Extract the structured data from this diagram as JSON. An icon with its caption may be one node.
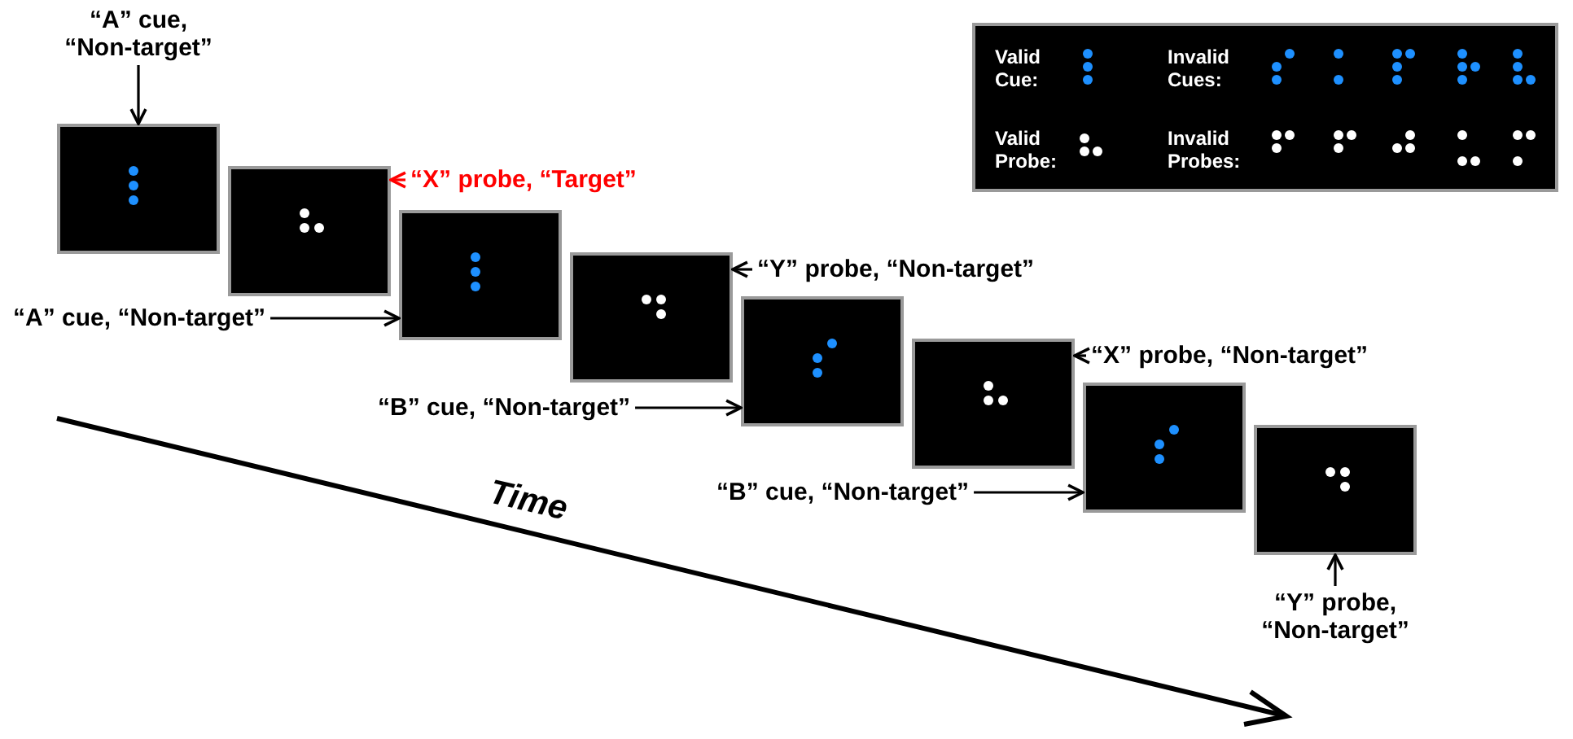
{
  "diagram": {
    "nodes": [
      {
        "text": [],
        "shape": "box"
      },
      {
        "text": [],
        "shape": "box"
      },
      {
        "text": [],
        "shape": "box"
      },
      {
        "text": [],
        "shape": "box"
      },
      {
        "text": [],
        "shape": "box"
      },
      {
        "text": [],
        "shape": "box"
      },
      {
        "text": [],
        "shape": "box"
      },
      {
        "text": [],
        "shape": "box"
      },
      {
        "text": [
          "“A” cue, “Non-target”"
        ]
      },
      {
        "text": [
          "“X” probe, “Target”"
        ]
      },
      {
        "text": [
          "“A” cue, “Non-target”"
        ]
      },
      {
        "text": [
          "“Y” probe, “Non-target”"
        ]
      },
      {
        "text": [
          "“B” cue, “Non-target”"
        ]
      },
      {
        "text": [
          "“X” probe, “Non-target”"
        ]
      },
      {
        "text": [
          "“B” cue, “Non-target”"
        ]
      },
      {
        "text": [
          "“Y” probe, “Non-target”"
        ]
      },
      {
        "text": [
          "Valid Cue:",
          "Invalid Cues:",
          "Valid Probe:",
          "Invalid Probes:"
        ]
      }
    ],
    "edges": [
      {
        "from": 8,
        "to": 0,
        "arrow": "to"
      },
      {
        "from": 9,
        "to": 1,
        "arrow": "to",
        "color": "#ff0000"
      },
      {
        "from": 10,
        "to": 2,
        "arrow": "to"
      },
      {
        "from": 11,
        "to": 3,
        "arrow": "to"
      },
      {
        "from": 12,
        "to": 4,
        "arrow": "to"
      },
      {
        "from": 13,
        "to": 5,
        "arrow": "to"
      },
      {
        "from": 14,
        "to": 6,
        "arrow": "to"
      },
      {
        "from": 15,
        "to": 7,
        "arrow": "to"
      }
    ],
    "labels": [
      "Time"
    ]
  }
}
